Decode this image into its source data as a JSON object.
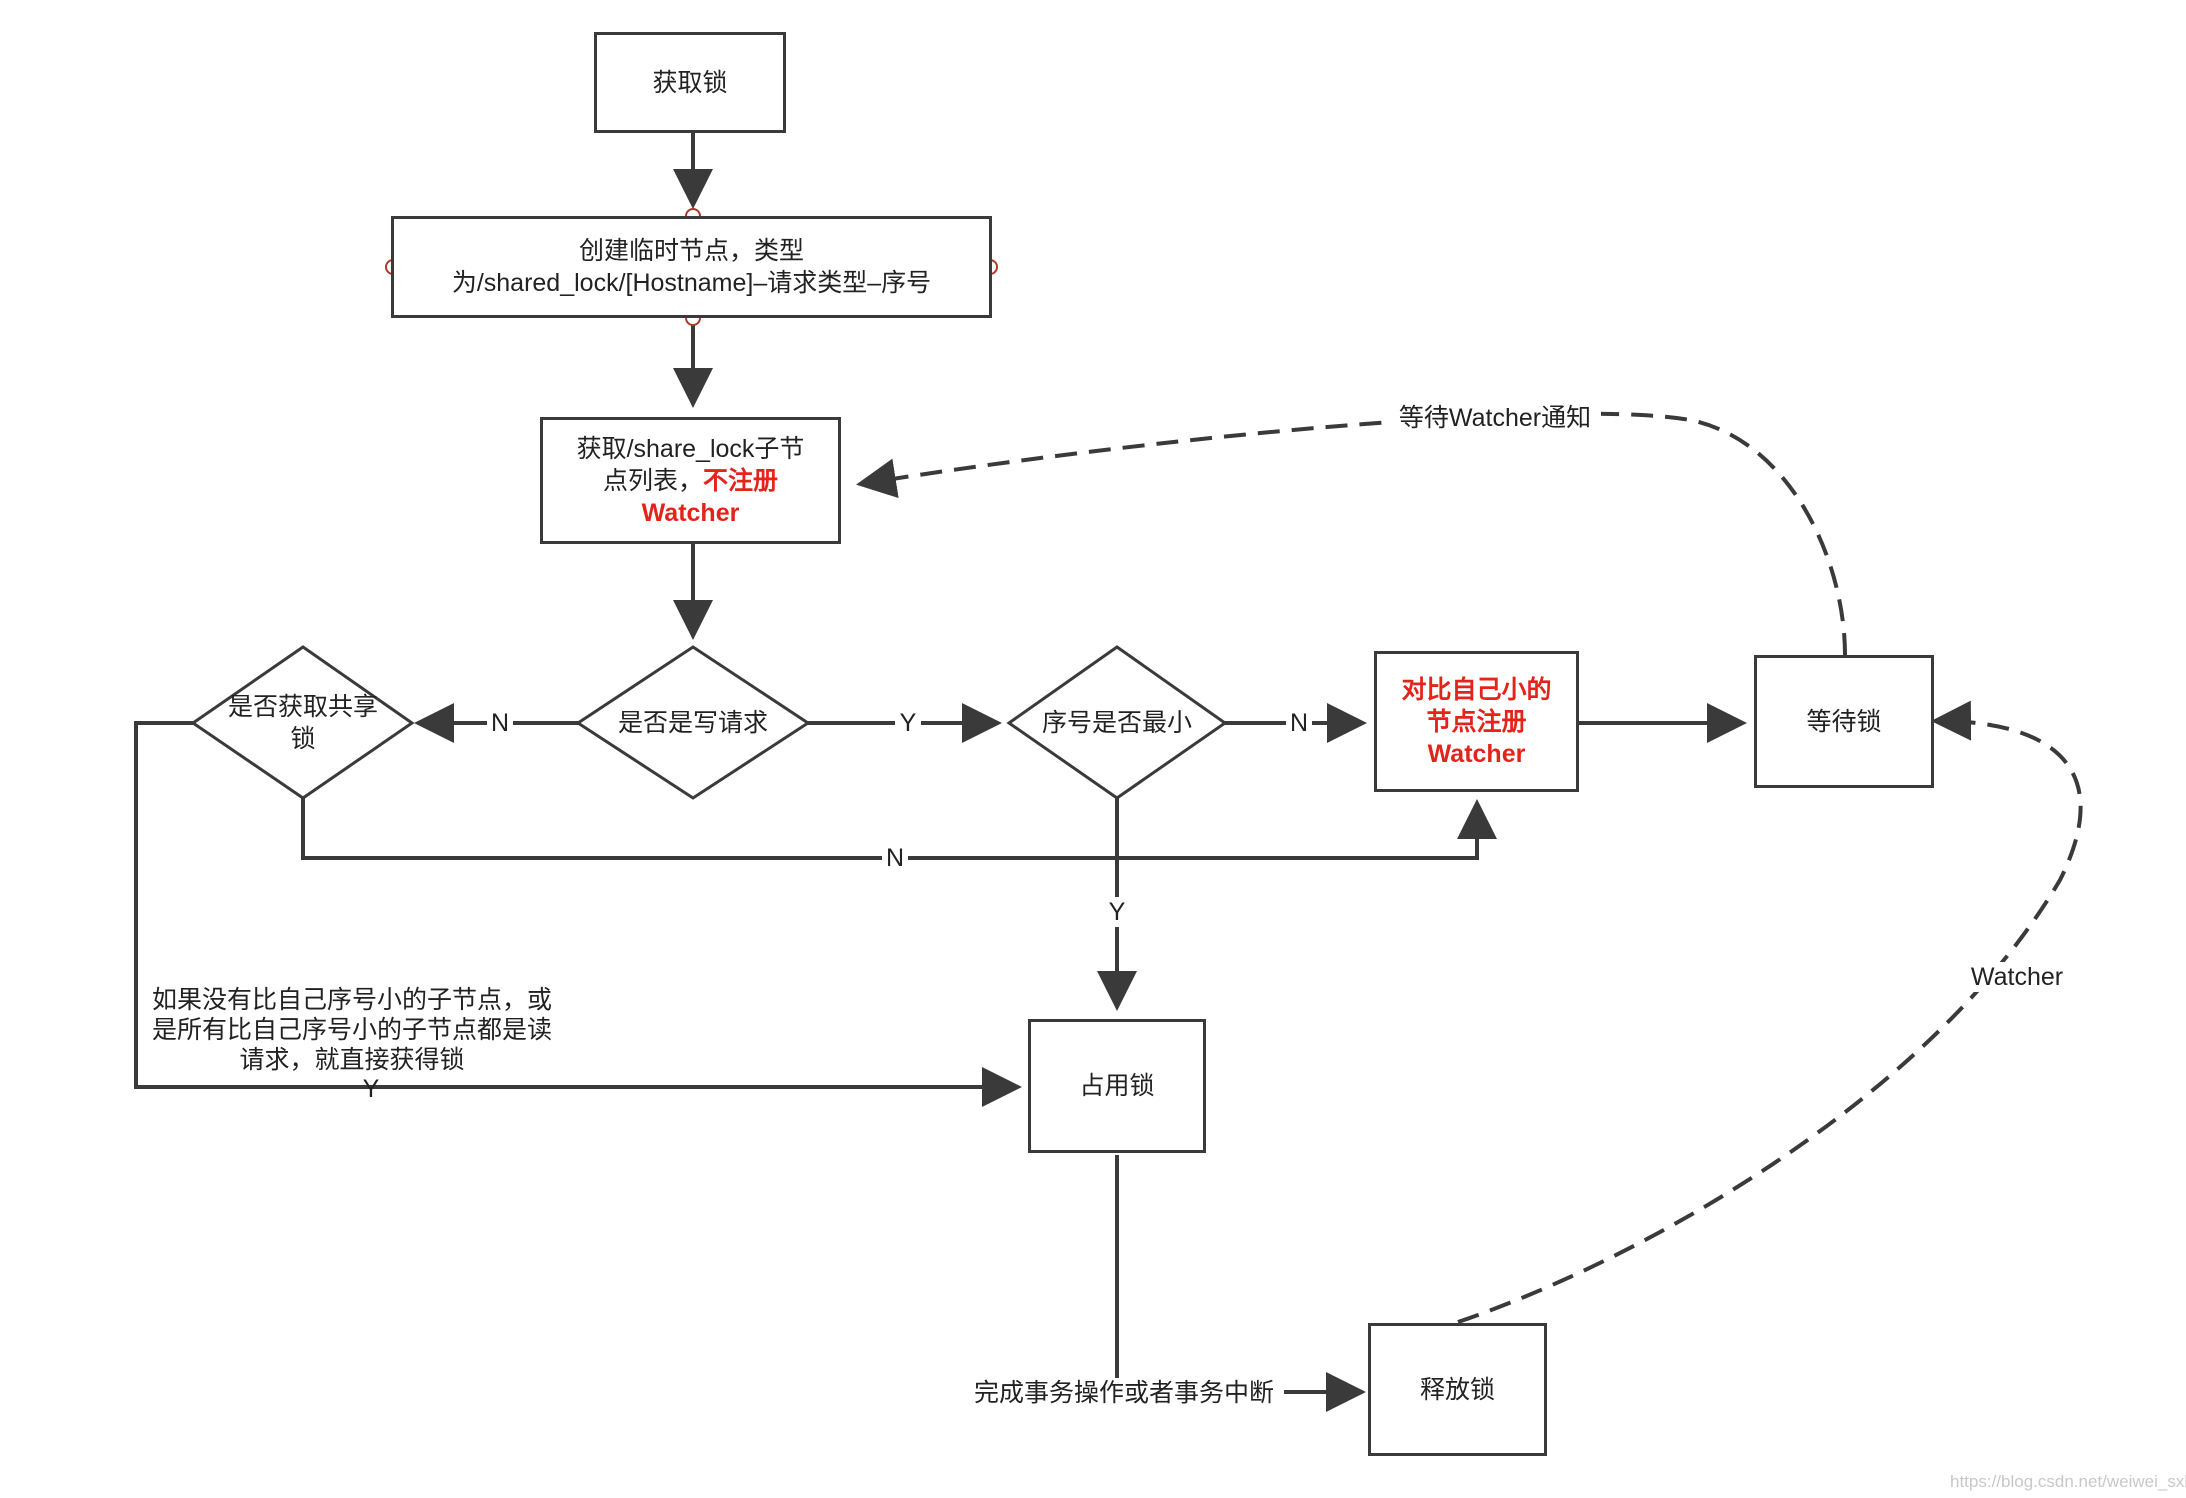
{
  "nodes": {
    "acquire_lock": "获取锁",
    "create_node_line1": "创建临时节点，类型",
    "create_node_line2": "为/shared_lock/[Hostname]–请求类型–序号",
    "get_children_line1": "获取/share_lock子节",
    "get_children_line2_plain": "点列表，",
    "get_children_line2_red": "不注册",
    "get_children_line3_red": "Watcher",
    "is_write_request": "是否是写请求",
    "is_shared_line1": "是否获取共享",
    "is_shared_line2": "锁",
    "is_smallest": "序号是否最小",
    "register_watcher_line1": "对比自己小的",
    "register_watcher_line2": "节点注册",
    "register_watcher_line3": "Watcher",
    "wait_lock": "等待锁",
    "hold_lock": "占用锁",
    "release_lock": "释放锁"
  },
  "edge_labels": {
    "write_no": "N",
    "write_yes": "Y",
    "smallest_no": "N",
    "smallest_yes": "Y",
    "shared_no": "N",
    "shared_yes": "Y",
    "wait_notify": "等待Watcher通知",
    "watcher": "Watcher",
    "finish": "完成事务操作或者事务中断",
    "read_note_line1": "如果没有比自己序号小的子节点，或",
    "read_note_line2": "是所有比自己序号小的子节点都是读",
    "read_note_line3": "请求，就直接获得锁"
  },
  "watermark": "https://blog.csdn.net/weiwei_sxk",
  "colors": {
    "line": "#3a3a3a",
    "highlight": "#e3241b"
  }
}
